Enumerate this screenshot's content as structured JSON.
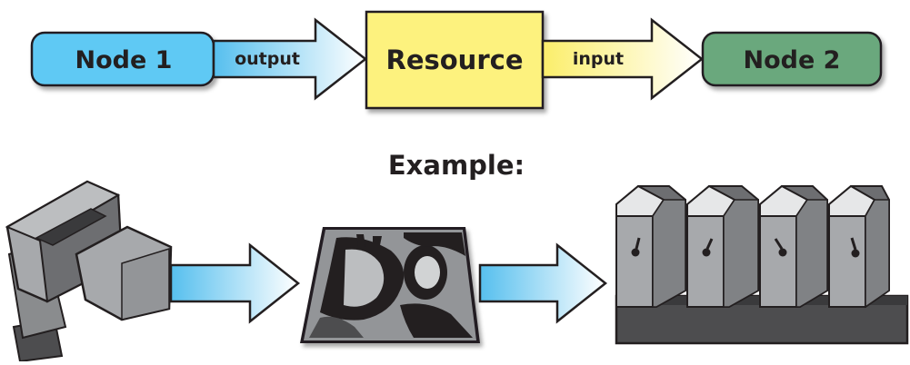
{
  "flow": {
    "node1": {
      "label": "Node 1",
      "color": "#5bc8f5"
    },
    "output_arrow": {
      "label": "output"
    },
    "resource": {
      "label": "Resource",
      "color": "#fdf37f"
    },
    "input_arrow": {
      "label": "input"
    },
    "node2": {
      "label": "Node 2",
      "color": "#6aa87d"
    }
  },
  "example": {
    "title": "Example:",
    "items": [
      {
        "name": "platesetter-device",
        "icon": "imagesetter-icon"
      },
      {
        "name": "printed-sheet",
        "icon": "image-sheet-icon"
      },
      {
        "name": "printing-press",
        "icon": "four-unit-press-icon"
      }
    ]
  },
  "colors": {
    "outline": "#231f20",
    "arrow_blue": "#6ec7ef",
    "arrow_yellow": "#fdf37f",
    "machine_light": "#a7a9ac",
    "machine_dark": "#4d4d4f"
  }
}
